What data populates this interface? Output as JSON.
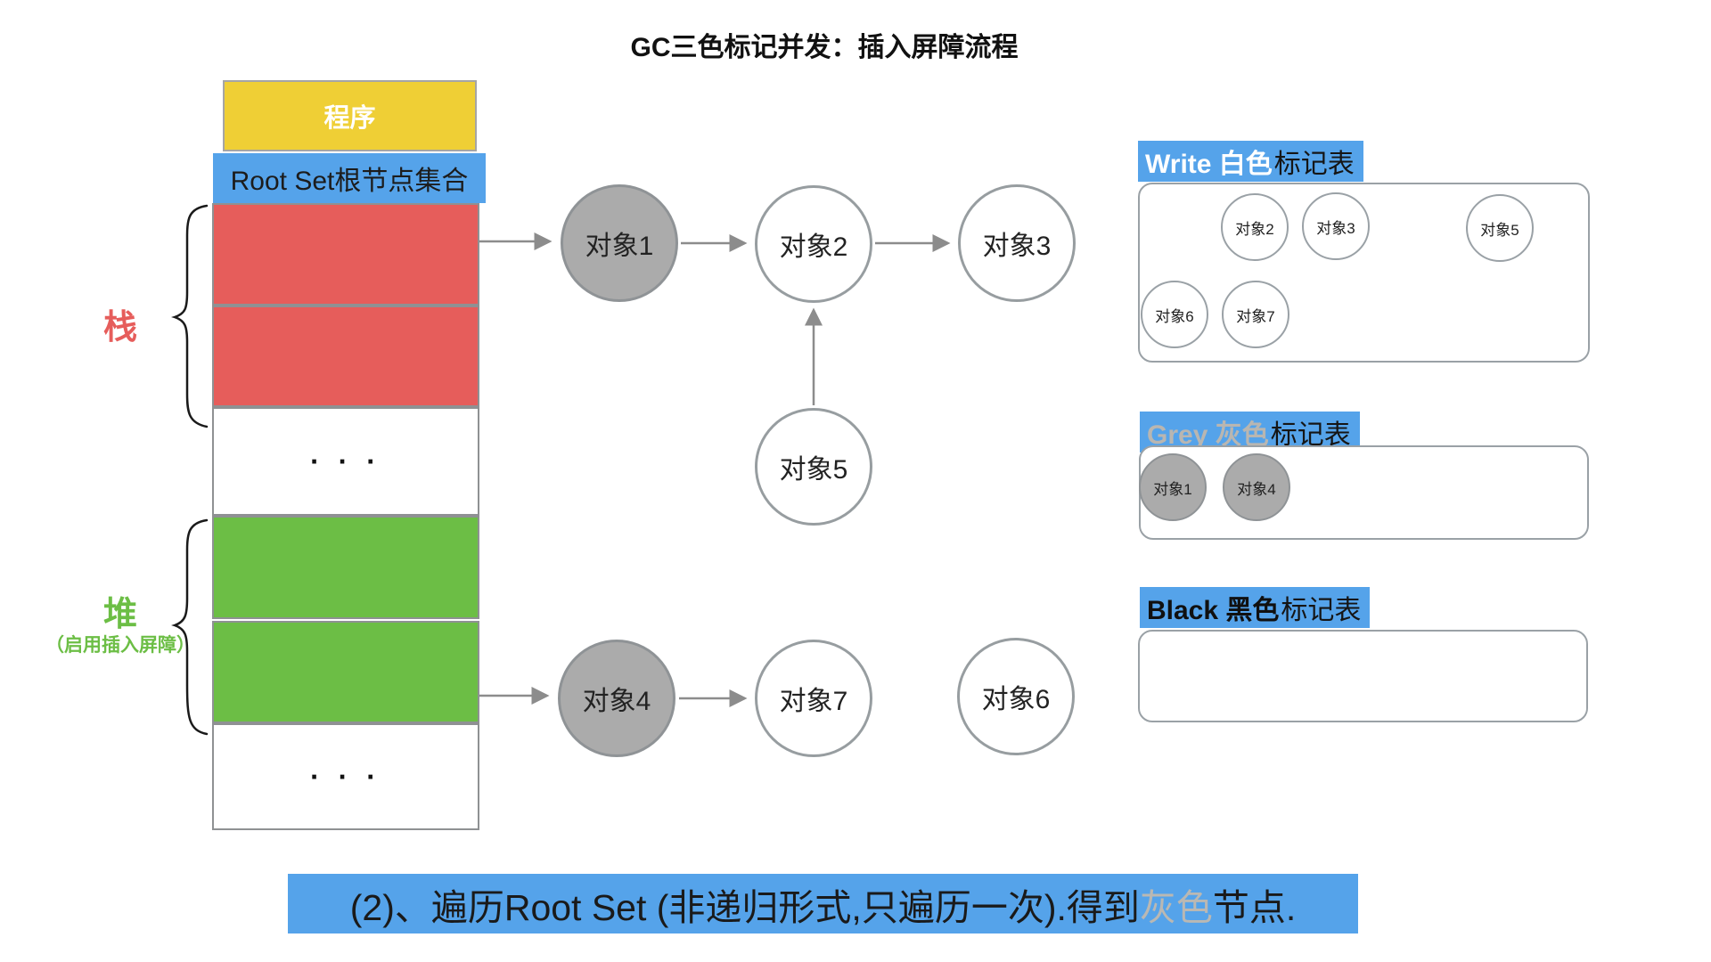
{
  "title": "GC三色标记并发：插入屏障流程",
  "program": {
    "label": "程序"
  },
  "root_set": {
    "label": "Root Set根节点集合"
  },
  "stack": {
    "label": "栈",
    "ellipsis": "· · ·"
  },
  "heap": {
    "label": "堆",
    "sublabel": "（启用插入屏障）",
    "ellipsis": "· · ·"
  },
  "graph": {
    "nodes": [
      {
        "label": "对象1",
        "fill": "grey"
      },
      {
        "label": "对象2",
        "fill": "white"
      },
      {
        "label": "对象3",
        "fill": "white"
      },
      {
        "label": "对象5",
        "fill": "white"
      },
      {
        "label": "对象4",
        "fill": "grey"
      },
      {
        "label": "对象7",
        "fill": "white"
      },
      {
        "label": "对象6",
        "fill": "white"
      }
    ]
  },
  "tables": {
    "white": {
      "title_prefix": "Write 白色",
      "title_suffix": "标记表",
      "items": [
        "对象2",
        "对象3",
        "对象5",
        "对象6",
        "对象7"
      ]
    },
    "grey": {
      "title_prefix": "Grey 灰色",
      "title_suffix": "标记表",
      "items": [
        "对象1",
        "对象4"
      ]
    },
    "black": {
      "title_prefix": "Black 黑色",
      "title_suffix": "标记表",
      "items": []
    }
  },
  "caption": {
    "before": "(2)、遍历Root Set (非递归形式,只遍历一次).得到",
    "highlight": "灰色",
    "after": "节点."
  },
  "colors": {
    "highlight_blue": "#55a3ea",
    "stack_red": "#e65d5b",
    "heap_green": "#6cbe45",
    "program_yellow": "#efcf35",
    "grey_node": "#ababab"
  }
}
